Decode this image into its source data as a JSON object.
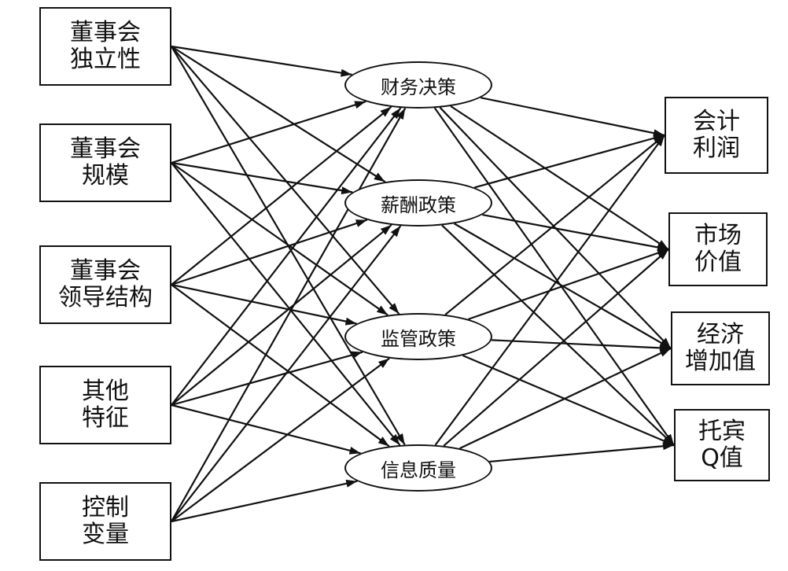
{
  "diagram": {
    "governance": [
      {
        "id": "g1",
        "lines": [
          "董事会",
          "独立性"
        ]
      },
      {
        "id": "g2",
        "lines": [
          "董事会",
          "规模"
        ]
      },
      {
        "id": "g3",
        "lines": [
          "董事会",
          "领导结构"
        ]
      },
      {
        "id": "g4",
        "lines": [
          "其他",
          "特征"
        ]
      },
      {
        "id": "g5",
        "lines": [
          "控制",
          "变量"
        ]
      }
    ],
    "mediators": [
      {
        "id": "m1",
        "label": "财务决策"
      },
      {
        "id": "m2",
        "label": "薪酬政策"
      },
      {
        "id": "m3",
        "label": "监管政策"
      },
      {
        "id": "m4",
        "label": "信息质量"
      }
    ],
    "outcomes": [
      {
        "id": "o1",
        "lines": [
          "会计",
          "利润"
        ]
      },
      {
        "id": "o2",
        "lines": [
          "市场",
          "价值"
        ]
      },
      {
        "id": "o3",
        "lines": [
          "经济",
          "增加值"
        ]
      },
      {
        "id": "o4",
        "lines": [
          "托宾",
          "Q值"
        ]
      }
    ],
    "edges": {
      "governance_to_mediators": "all",
      "mediators_to_outcomes": "all"
    }
  }
}
